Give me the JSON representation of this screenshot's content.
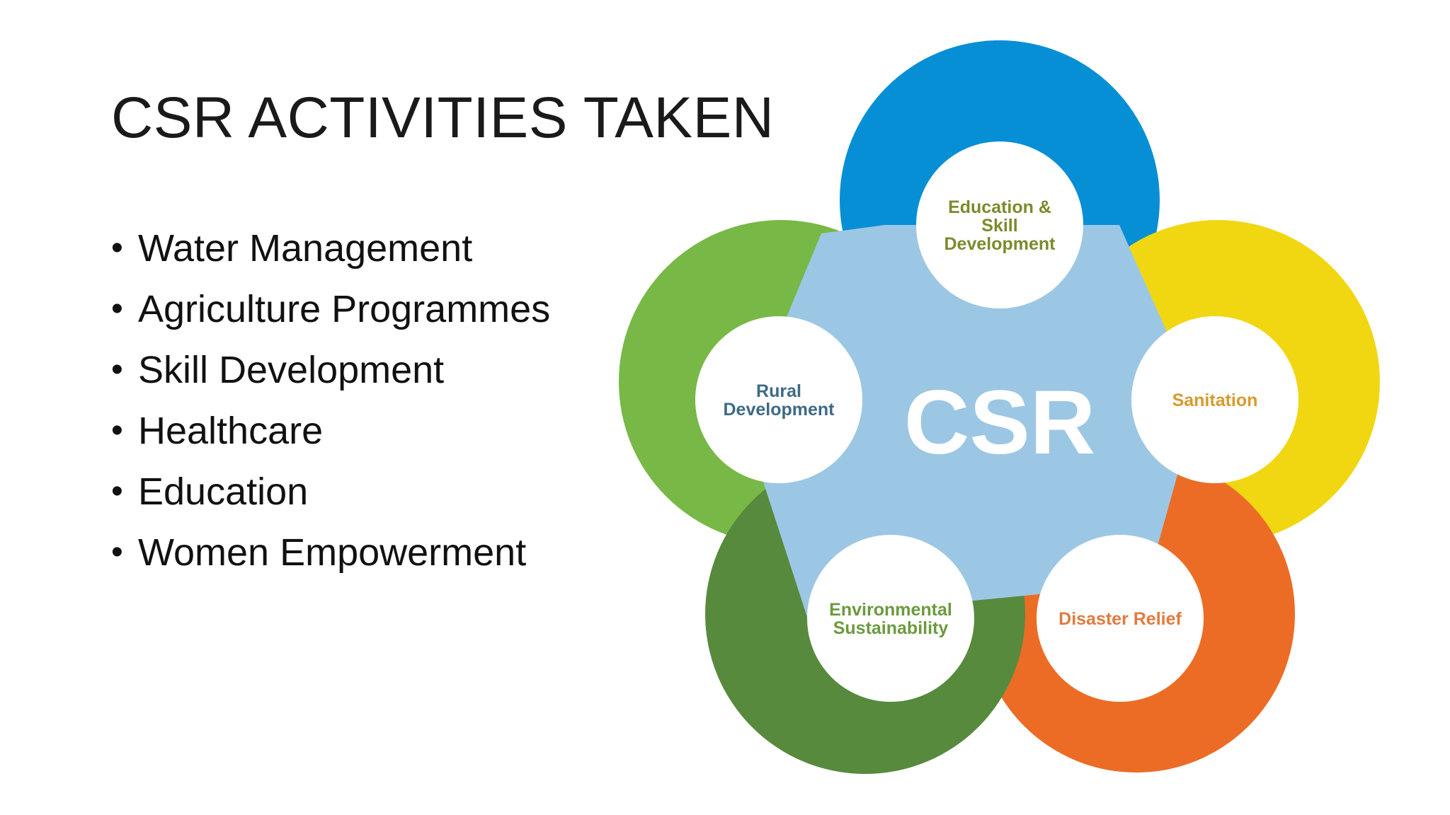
{
  "slide": {
    "title": "CSR ACTIVITIES TAKEN",
    "bullets": [
      "Water Management",
      "Agriculture Programmes",
      "Skill Development",
      "Healthcare",
      "Education",
      "Women Empowerment"
    ]
  },
  "diagram": {
    "center_label": "CSR",
    "center_color": "#9cc7e4",
    "nodes": [
      {
        "lines": [
          "Education &",
          "Skill",
          "Development"
        ],
        "ring_color": "#078fd6",
        "text_color": "#7d8a2c"
      },
      {
        "lines": [
          "Sanitation"
        ],
        "ring_color": "#f1d712",
        "text_color": "#d79a2c"
      },
      {
        "lines": [
          "Disaster Relief"
        ],
        "ring_color": "#ec6c26",
        "text_color": "#e27a3e"
      },
      {
        "lines": [
          "Environmental",
          "Sustainability"
        ],
        "ring_color": "#578a3d",
        "text_color": "#6c9a3e"
      },
      {
        "lines": [
          "Rural",
          "Development"
        ],
        "ring_color": "#78b846",
        "text_color": "#3d6a86"
      }
    ]
  }
}
